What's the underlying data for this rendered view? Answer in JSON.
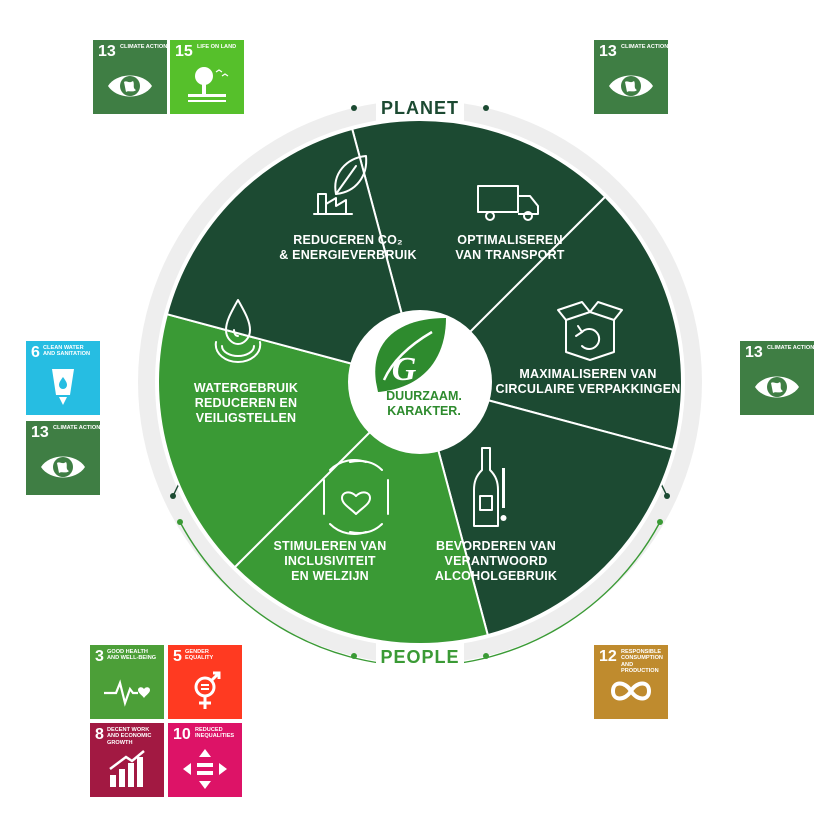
{
  "ring": {
    "top_label": "PLANET",
    "bottom_label": "PEOPLE"
  },
  "center": {
    "line1": "DUURZAAM.",
    "line2": "KARAKTER."
  },
  "segments": [
    {
      "lines": [
        "REDUCEREN CO₂",
        "& ENERGIEVERBRUIK"
      ],
      "group": "planet",
      "icon": "factory-leaf-icon"
    },
    {
      "lines": [
        "OPTIMALISEREN",
        "VAN TRANSPORT"
      ],
      "group": "planet",
      "icon": "truck-icon"
    },
    {
      "lines": [
        "MAXIMALISEREN VAN",
        "CIRCULAIRE VERPAKKINGEN"
      ],
      "group": "planet",
      "icon": "recycle-box-icon"
    },
    {
      "lines": [
        "BEVORDEREN VAN",
        "VERANTWOORD",
        "ALCOHOLGEBRUIK"
      ],
      "group": "people",
      "icon": "bottle-exclamation-icon"
    },
    {
      "lines": [
        "STIMULEREN VAN",
        "INCLUSIVITEIT",
        "EN WELZIJN"
      ],
      "group": "people",
      "icon": "hands-heart-icon"
    },
    {
      "lines": [
        "WATERGEBRUIK",
        "REDUCEREN EN",
        "VEILIGSTELLEN"
      ],
      "group": "planet",
      "icon": "water-drop-icon"
    }
  ],
  "colors": {
    "planet_dark": "#1c4a32",
    "people_green": "#3a9a35",
    "ring_grey": "#eeeeee",
    "ring_text": "#1c4a32",
    "people_text": "#3a9a35"
  },
  "sdg_tiles": [
    {
      "id": "tl-13",
      "number": "13",
      "title": "CLIMATE ACTION",
      "color": "#3f7e44",
      "icon": "eye-globe"
    },
    {
      "id": "tl-15",
      "number": "15",
      "title": "LIFE ON LAND",
      "color": "#56c02b",
      "icon": "tree"
    },
    {
      "id": "tr-13",
      "number": "13",
      "title": "CLIMATE ACTION",
      "color": "#3f7e44",
      "icon": "eye-globe"
    },
    {
      "id": "l-6",
      "number": "6",
      "title": "CLEAN WATER AND SANITATION",
      "color": "#26bde2",
      "icon": "water-glass"
    },
    {
      "id": "l-13",
      "number": "13",
      "title": "CLIMATE ACTION",
      "color": "#3f7e44",
      "icon": "eye-globe"
    },
    {
      "id": "r-13",
      "number": "13",
      "title": "CLIMATE ACTION",
      "color": "#3f7e44",
      "icon": "eye-globe"
    },
    {
      "id": "bl-3",
      "number": "3",
      "title": "GOOD HEALTH AND WELL-BEING",
      "color": "#4c9f38",
      "icon": "heartbeat"
    },
    {
      "id": "bl-5",
      "number": "5",
      "title": "GENDER EQUALITY",
      "color": "#ff3a21",
      "icon": "gender"
    },
    {
      "id": "bl-8",
      "number": "8",
      "title": "DECENT WORK AND ECONOMIC GROWTH",
      "color": "#a21942",
      "icon": "growth"
    },
    {
      "id": "bl-10",
      "number": "10",
      "title": "REDUCED INEQUALITIES",
      "color": "#dd1367",
      "icon": "equality"
    },
    {
      "id": "br-12",
      "number": "12",
      "title": "RESPONSIBLE CONSUMPTION AND PRODUCTION",
      "color": "#bf8b2e",
      "icon": "infinity"
    }
  ]
}
